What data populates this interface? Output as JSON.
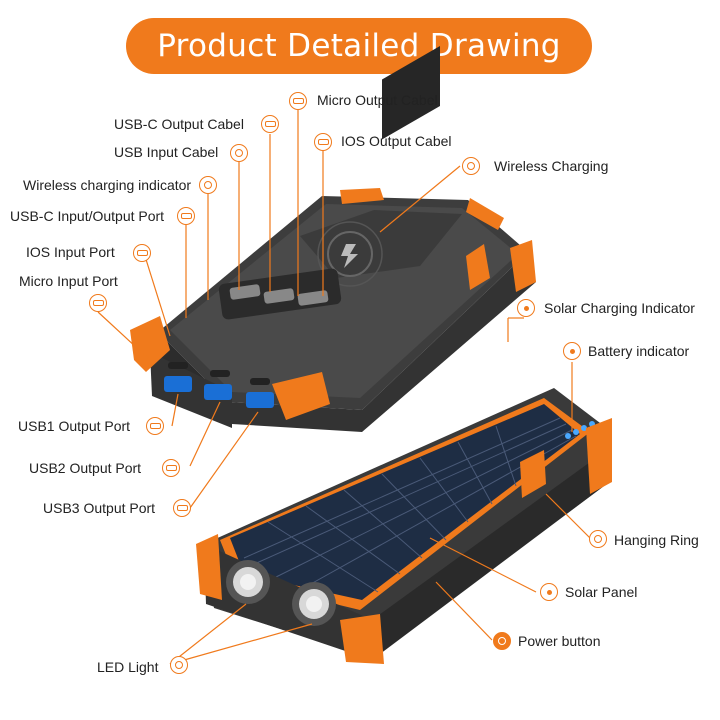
{
  "title": "Product Detailed Drawing",
  "colors": {
    "accent": "#f07a1c",
    "device_body": "#3a3a3a",
    "panel": "#2a2f38"
  },
  "labels": {
    "micro_output_cabel": "Micro Output Cabel",
    "usbc_output_cabel": "USB-C  Output Cabel",
    "ios_output_cabel": "IOS Output Cabel",
    "usb_input_cabel": "USB  Input Cabel",
    "wireless_charging": "Wireless Charging",
    "wireless_charging_indicator": "Wireless charging indicator",
    "usbc_input_output_port": "USB-C  Input/Output Port",
    "ios_input_port": "IOS  Input Port",
    "micro_input_port": "Micro  Input Port",
    "solar_charging_indicator": "Solar Charging Indicator",
    "battery_indicator": "Battery indicator",
    "usb1_output_port": "USB1 Output Port",
    "usb2_output_port": "USB2 Output Port",
    "usb3_output_port": "USB3 Output Port",
    "hanging_ring": "Hanging Ring",
    "solar_panel": "Solar Panel",
    "power_button": "Power button",
    "led_light": "LED Light"
  },
  "icons": [
    "micro-cable-icon",
    "usbc-cable-icon",
    "ios-cable-icon",
    "usb-cable-icon",
    "wireless-icon",
    "wireless-indicator-icon",
    "usbc-port-icon",
    "ios-port-icon",
    "micro-port-icon",
    "sun-icon",
    "battery-icon",
    "usb-port-icon",
    "ring-icon",
    "solar-panel-icon",
    "power-icon",
    "led-icon"
  ]
}
